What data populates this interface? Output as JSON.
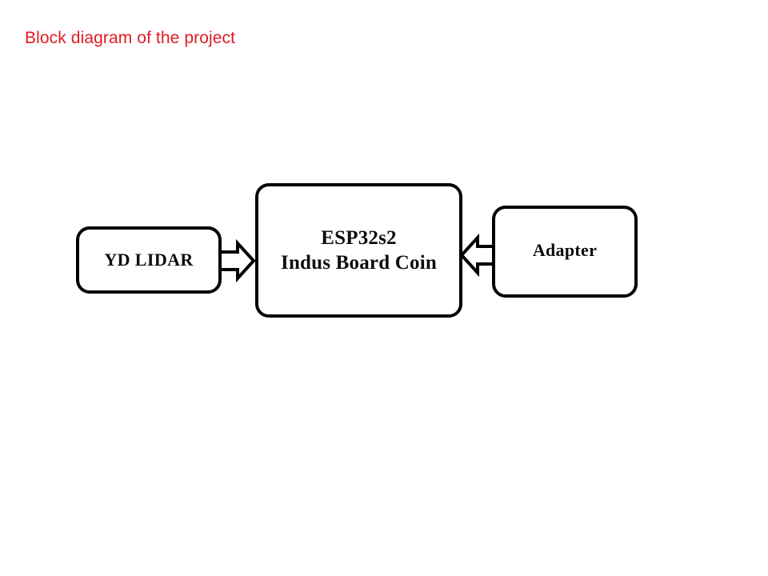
{
  "slide": {
    "title": "Block diagram of the project",
    "title_color": "#e01b22",
    "background_color": "#ffffff"
  },
  "diagram": {
    "type": "block-diagram",
    "nodes": [
      {
        "id": "lidar",
        "label": "YD LIDAR",
        "shape": "rounded-rectangle",
        "fill": "#ffffff",
        "stroke": "#000000"
      },
      {
        "id": "esp32",
        "label_line1": "ESP32s2",
        "label_line2": "Indus Board Coin",
        "shape": "rounded-rectangle",
        "fill": "#ffffff",
        "stroke": "#000000"
      },
      {
        "id": "adapter",
        "label": "Adapter",
        "shape": "rounded-rectangle",
        "fill": "#ffffff",
        "stroke": "#000000"
      }
    ],
    "connectors": [
      {
        "id": "lidar-to-esp32",
        "from": "lidar",
        "to": "esp32",
        "style": "block-arrow",
        "direction": "right"
      },
      {
        "id": "adapter-to-esp32",
        "from": "adapter",
        "to": "esp32",
        "style": "block-arrow",
        "direction": "left"
      }
    ]
  }
}
